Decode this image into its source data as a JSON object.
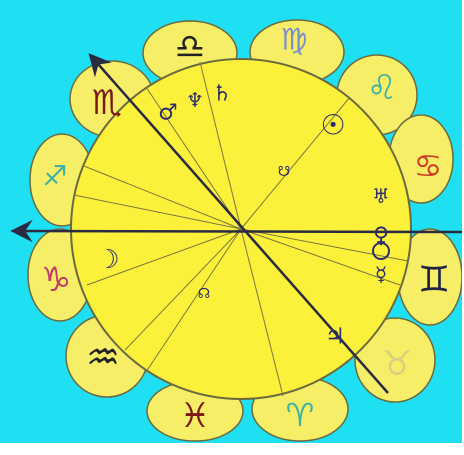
{
  "colors": {
    "background": "#1fe0f2",
    "petal_fill": "#f6ee66",
    "wheel_fill": "#fbf13a",
    "outline": "#6b6a3e",
    "axis": "#2a2a40",
    "line": "#7a7640",
    "planet_ink": "#2d2d6e"
  },
  "signs": [
    {
      "name": "libra",
      "glyph": "♎",
      "color": "#222222"
    },
    {
      "name": "virgo",
      "glyph": "♍",
      "color": "#7a8fd0"
    },
    {
      "name": "leo",
      "glyph": "♌",
      "color": "#3fb0a5"
    },
    {
      "name": "cancer",
      "glyph": "♋",
      "color": "#d23a2a"
    },
    {
      "name": "gemini",
      "glyph": "♊",
      "color": "#222244"
    },
    {
      "name": "taurus",
      "glyph": "♉",
      "color": "#d8d080"
    },
    {
      "name": "aries",
      "glyph": "♈",
      "color": "#3fb0a5"
    },
    {
      "name": "pisces",
      "glyph": "♓",
      "color": "#7a1818"
    },
    {
      "name": "aquarius",
      "glyph": "♒",
      "color": "#222222"
    },
    {
      "name": "capricorn",
      "glyph": "♑",
      "color": "#c03a6a"
    },
    {
      "name": "sagittarius",
      "glyph": "♐",
      "color": "#3fb0a5"
    },
    {
      "name": "scorpio",
      "glyph": "♏",
      "color": "#7a1818"
    }
  ],
  "planets": [
    {
      "name": "mars",
      "glyph": "♂"
    },
    {
      "name": "neptune",
      "glyph": "♆"
    },
    {
      "name": "saturn",
      "glyph": "♄"
    },
    {
      "name": "sun",
      "glyph": "☉"
    },
    {
      "name": "uranus",
      "glyph": "♅"
    },
    {
      "name": "venus",
      "glyph": "♀"
    },
    {
      "name": "mercury",
      "glyph": "☿"
    },
    {
      "name": "moon",
      "glyph": "☽"
    },
    {
      "name": "jupiter",
      "glyph": "♃"
    }
  ],
  "nodes": [
    {
      "name": "north-node",
      "glyph": "☊"
    },
    {
      "name": "south-node",
      "glyph": "☋"
    }
  ]
}
